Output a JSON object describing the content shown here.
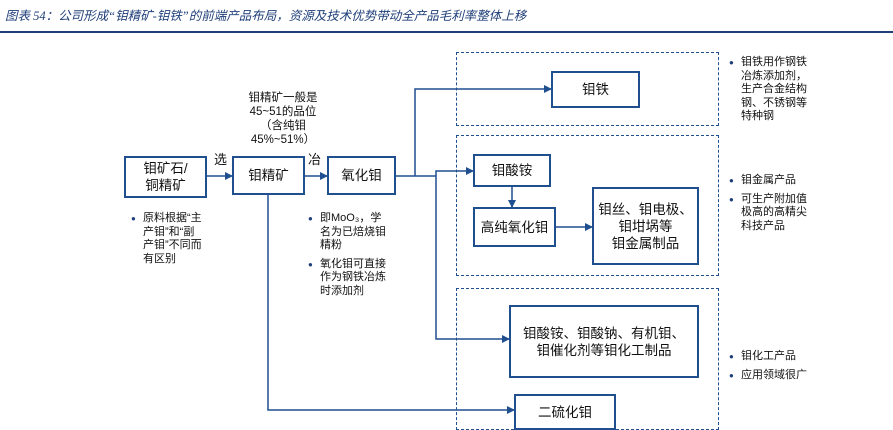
{
  "title": "图表 54：公司形成“钼精矿-钼铁”的前端产品布局，资源及技术优势带动全产品毛利率整体上移",
  "nodes": {
    "ore": "钼矿石/\n铜精矿",
    "concentrate": "钼精矿",
    "oxide": "氧化钼",
    "ferro": "钼铁",
    "ammonium": "钼酸铵",
    "pure_oxide": "高纯氧化钼",
    "metal_products": "钼丝、钼电极、\n钼坩埚等\n钼金属制品",
    "chemicals": "钼酸铵、钼酸钠、有机钼、\n钼催化剂等钼化工制品",
    "disulfide": "二硫化钼"
  },
  "steps": {
    "select": "选",
    "smelt": "冶"
  },
  "concentrate_note": "钼精矿一般是\n45~51的品位\n（含纯钼\n45%~51%）",
  "ore_notes": [
    "原料根据“主\n产钼”和“副\n产钼”不同而\n有区别"
  ],
  "oxide_notes": [
    "即MoO₃，学\n名为已焙烧钼\n精粉",
    "氧化钼可直接\n作为钢铁冶炼\n时添加剂"
  ],
  "right_notes": {
    "ferro": [
      "钼铁用作钢铁\n冶炼添加剂，\n生产合金结构\n钢、不锈钢等\n特种钢"
    ],
    "metal": [
      "钼金属产品",
      "可生产附加值\n极高的高精尖\n科技产品"
    ],
    "chem": [
      "钼化工产品",
      "应用领域很广"
    ]
  }
}
